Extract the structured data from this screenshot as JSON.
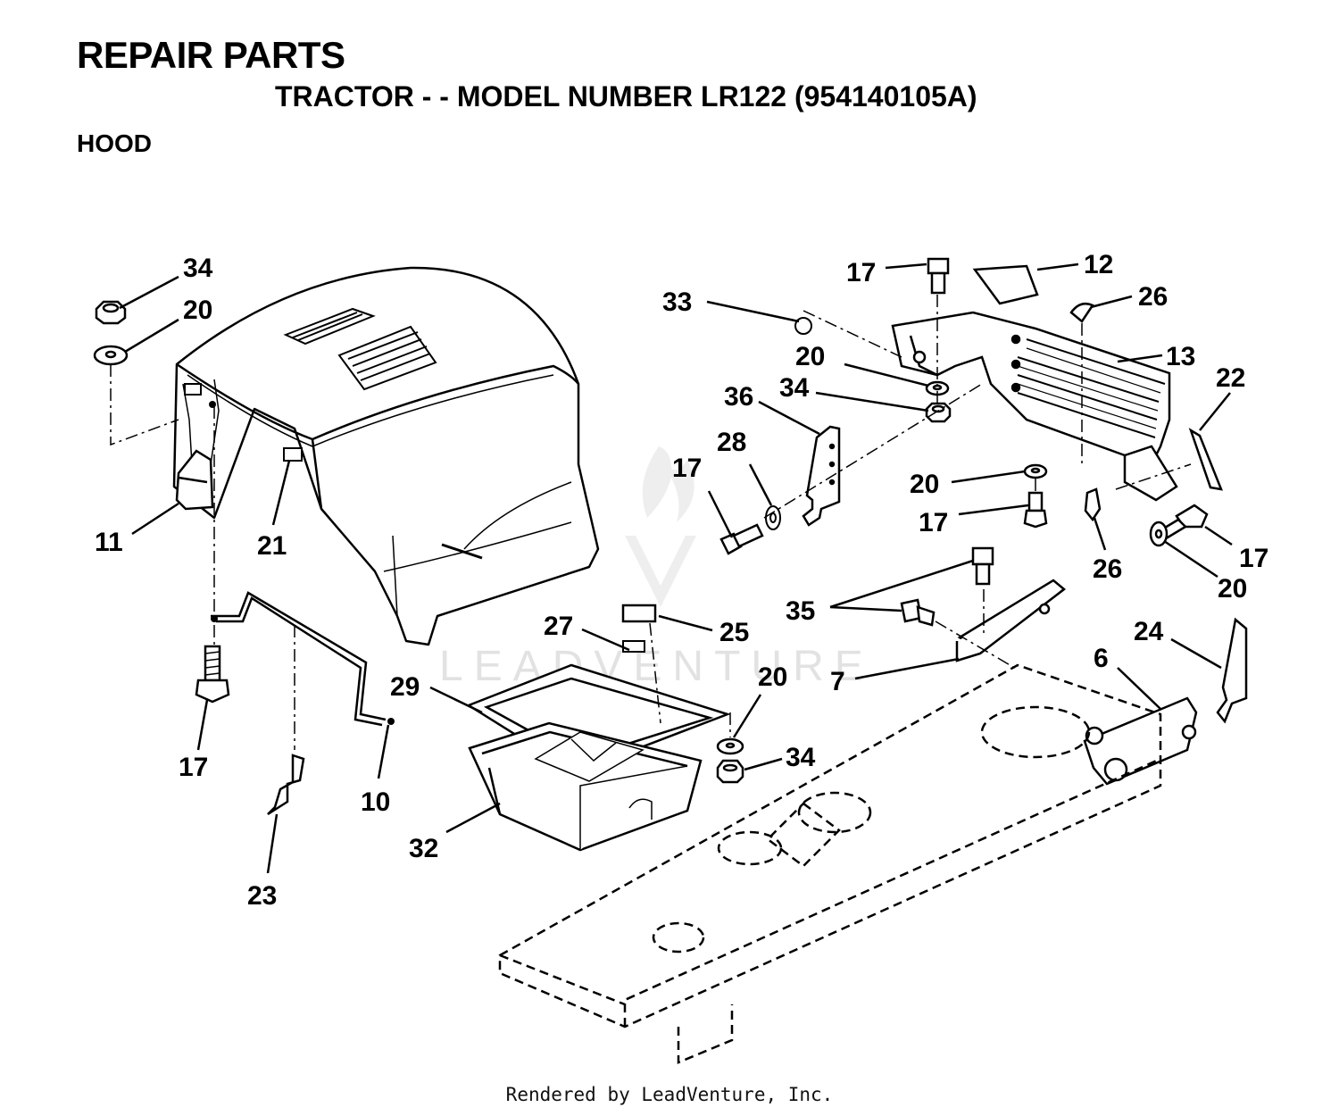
{
  "header": {
    "title": "REPAIR PARTS",
    "subtitle": "TRACTOR - - MODEL NUMBER LR122 (954140105A)",
    "section": "HOOD"
  },
  "watermark": "LEADVENTURE",
  "footer": "Rendered by LeadVenture, Inc.",
  "callouts": {
    "c34a": "34",
    "c20a": "20",
    "c11": "11",
    "c21": "21",
    "c17a": "17",
    "c10": "10",
    "c23": "23",
    "c27": "27",
    "c25": "25",
    "c29": "29",
    "c32": "32",
    "c20b": "20",
    "c34b": "34",
    "c33": "33",
    "c17b": "17",
    "c12": "12",
    "c26a": "26",
    "c13": "13",
    "c20c": "20",
    "c34c": "34",
    "c36": "36",
    "c28": "28",
    "c17c": "17",
    "c22": "22",
    "c20d": "20",
    "c17d": "17",
    "c26b": "26",
    "c17e": "17",
    "c20e": "20",
    "c35": "35",
    "c7": "7",
    "c6": "6",
    "c24": "24"
  }
}
